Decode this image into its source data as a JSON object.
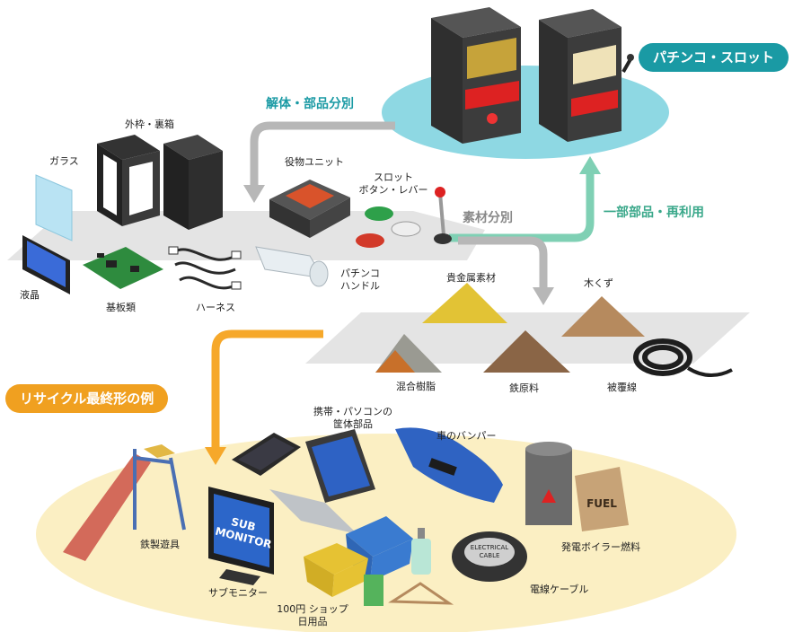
{
  "colors": {
    "teal": "#1a9aa4",
    "teal_light": "#8ed8e3",
    "green": "#3aa88a",
    "orange": "#f0a020",
    "cream": "#fbefc3",
    "gray_band": "#e3e3e3",
    "arrow_gray": "#b7b7b7"
  },
  "badges": {
    "source": "パチンコ・スロット",
    "final": "リサイクル最終形の例"
  },
  "steps": {
    "disassembly": "解体・部品分別",
    "reuse": "一部部品・再利用",
    "sorting": "素材分別"
  },
  "parts": {
    "glass": "ガラス",
    "frame": "外枠・裏箱",
    "lcd": "液晶",
    "board": "基板類",
    "harness": "ハーネス",
    "unit": "役物ユニット",
    "buttons": [
      "スロット",
      "ボタン・レバー"
    ],
    "handle": [
      "パチンコ",
      "ハンドル"
    ]
  },
  "materials": {
    "precious": "貴金属素材",
    "wood": "木くず",
    "resin": "混合樹脂",
    "iron": "鉄原料",
    "wire": "被覆線"
  },
  "products": {
    "case": [
      "携帯・パソコンの",
      "筐体部品"
    ],
    "bumper": "車のバンパー",
    "playground": "鉄製遊具",
    "monitor": "サブモニター",
    "daily": [
      "100円 ショップ",
      "日用品"
    ],
    "cable": "電線ケーブル",
    "fuel": "発電ボイラー燃料",
    "monitor_screen": [
      "SUB",
      "MONITOR"
    ],
    "cable_print": [
      "ELECTRICAL",
      "CABLE"
    ],
    "fuel_print": "FUEL"
  }
}
